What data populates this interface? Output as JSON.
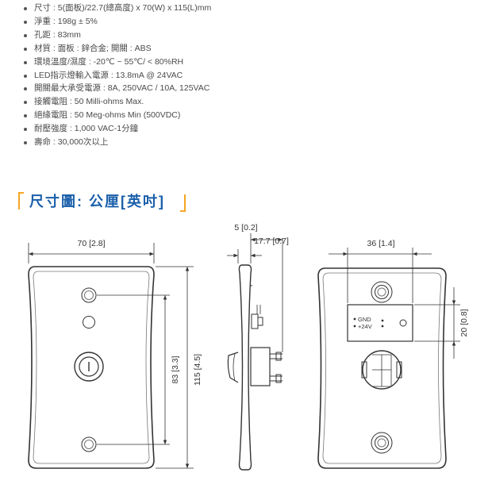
{
  "specs": [
    "尺寸 : 5(面板)/22.7(總高度) x 70(W) x 115(L)mm",
    "淨重 : 198g ± 5%",
    "孔距 : 83mm",
    "材質 : 面板 : 鋅合金; 開關 : ABS",
    "環境溫度/濕度 : -20℃ ~ 55℃/ < 80%RH",
    "LED指示燈輸入電源 : 13.8mA @ 24VAC",
    "開關最大承受電源 : 8A, 250VAC / 10A, 125VAC",
    "接觸電阻 : 50 Milli-ohms Max.",
    "絕緣電阻 : 50 Meg-ohms Min (500VDC)",
    "耐壓強度 : 1,000 VAC-1分鐘",
    "壽命 : 30,000次以上"
  ],
  "heading": "尺寸圖: 公厘[英吋]",
  "dimensions": {
    "front_width": "70 [2.8]",
    "hole_distance": "83 [3.3]",
    "front_height": "115 [4.5]",
    "side_plate": "5 [0.2]",
    "side_total": "17.7 [0.7]",
    "back_width": "36 [1.4]",
    "back_height": "20 [0.8]"
  },
  "terminal_labels": {
    "gnd": "GND",
    "v24": "+24V"
  },
  "colors": {
    "heading": "#1a5faa",
    "bracket": "#f5a623",
    "line": "#333333"
  }
}
